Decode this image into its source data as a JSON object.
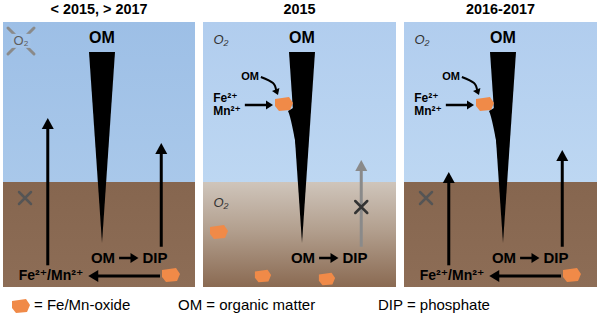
{
  "diagram": {
    "nodes": [
      {
        "text": [
          "< 2015, > 2017"
        ]
      },
      {
        "text": [
          "O₂",
          "OM"
        ],
        "in": 0
      },
      {
        "text": [
          "OM",
          "DIP",
          "Fe²⁺/Mn²⁺"
        ],
        "in": 0
      },
      {
        "text": [
          "2015"
        ]
      },
      {
        "text": [
          "O₂",
          "OM",
          "OM",
          "Fe²⁺ Mn²⁺"
        ],
        "in": 3
      },
      {
        "text": [
          "O₂",
          "OM",
          "DIP"
        ],
        "in": 3
      },
      {
        "text": [
          "2016-2017"
        ]
      },
      {
        "text": [
          "O₂",
          "OM",
          "OM",
          "Fe²⁺ Mn²⁺"
        ],
        "in": 6
      },
      {
        "text": [
          "OM",
          "DIP",
          "Fe²⁺/Mn²⁺"
        ],
        "in": 6
      }
    ],
    "labels": [
      "OM = organic matter",
      "DIP = phosphate"
    ],
    "legend": [
      {
        "text": "= Fe/Mn-oxide",
        "color": "#f08a48"
      }
    ]
  }
}
